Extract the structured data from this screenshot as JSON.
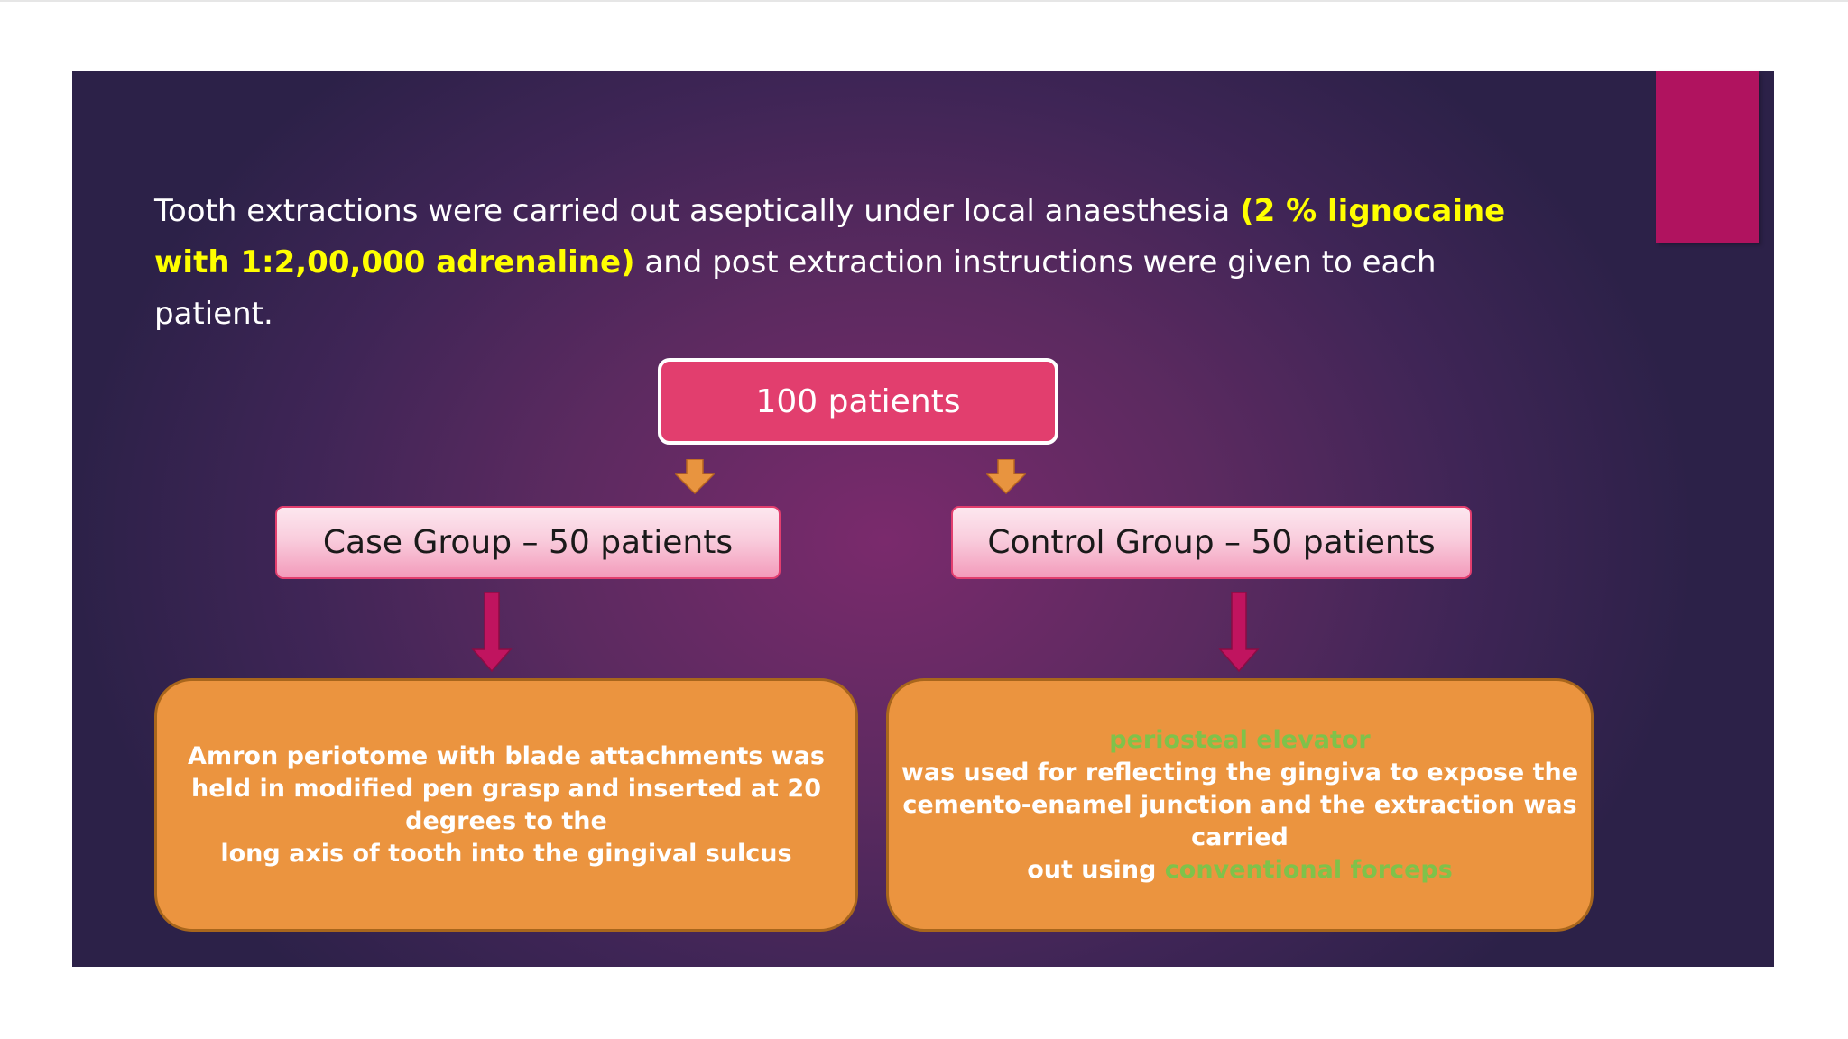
{
  "slide": {
    "intro": {
      "part1": "Tooth extractions were carried out aseptically under local anaesthesia ",
      "highlight": "(2 % lignocaine with 1:2,00,000 adrenaline)",
      "part2": " and post extraction instructions were given to each patient."
    },
    "flowchart": {
      "root": "100 patients",
      "case_group": "Case Group – 50 patients",
      "control_group": "Control Group – 50 patients",
      "case_detail": [
        "Amron periotome with blade attachments was",
        "held in modified pen grasp and inserted at 20",
        "degrees to the",
        "long axis of tooth into the gingival sulcus"
      ],
      "control_detail": {
        "line1_green": "periosteal elevator",
        "line2": "was used for reflecting the gingiva to expose the",
        "line3": "cemento-enamel junction and the extraction was",
        "line4": "carried",
        "line5_prefix": "out using ",
        "line5_green": "conventional forceps"
      }
    }
  },
  "colors": {
    "accent_tab": "#b0135f",
    "highlight_text": "#ffff00",
    "root_fill": "#e23e6e",
    "detail_fill": "#eb943f",
    "green_text": "#7fc24a",
    "connector_orange": "#e8943f",
    "connector_magenta": "#c0145f"
  }
}
